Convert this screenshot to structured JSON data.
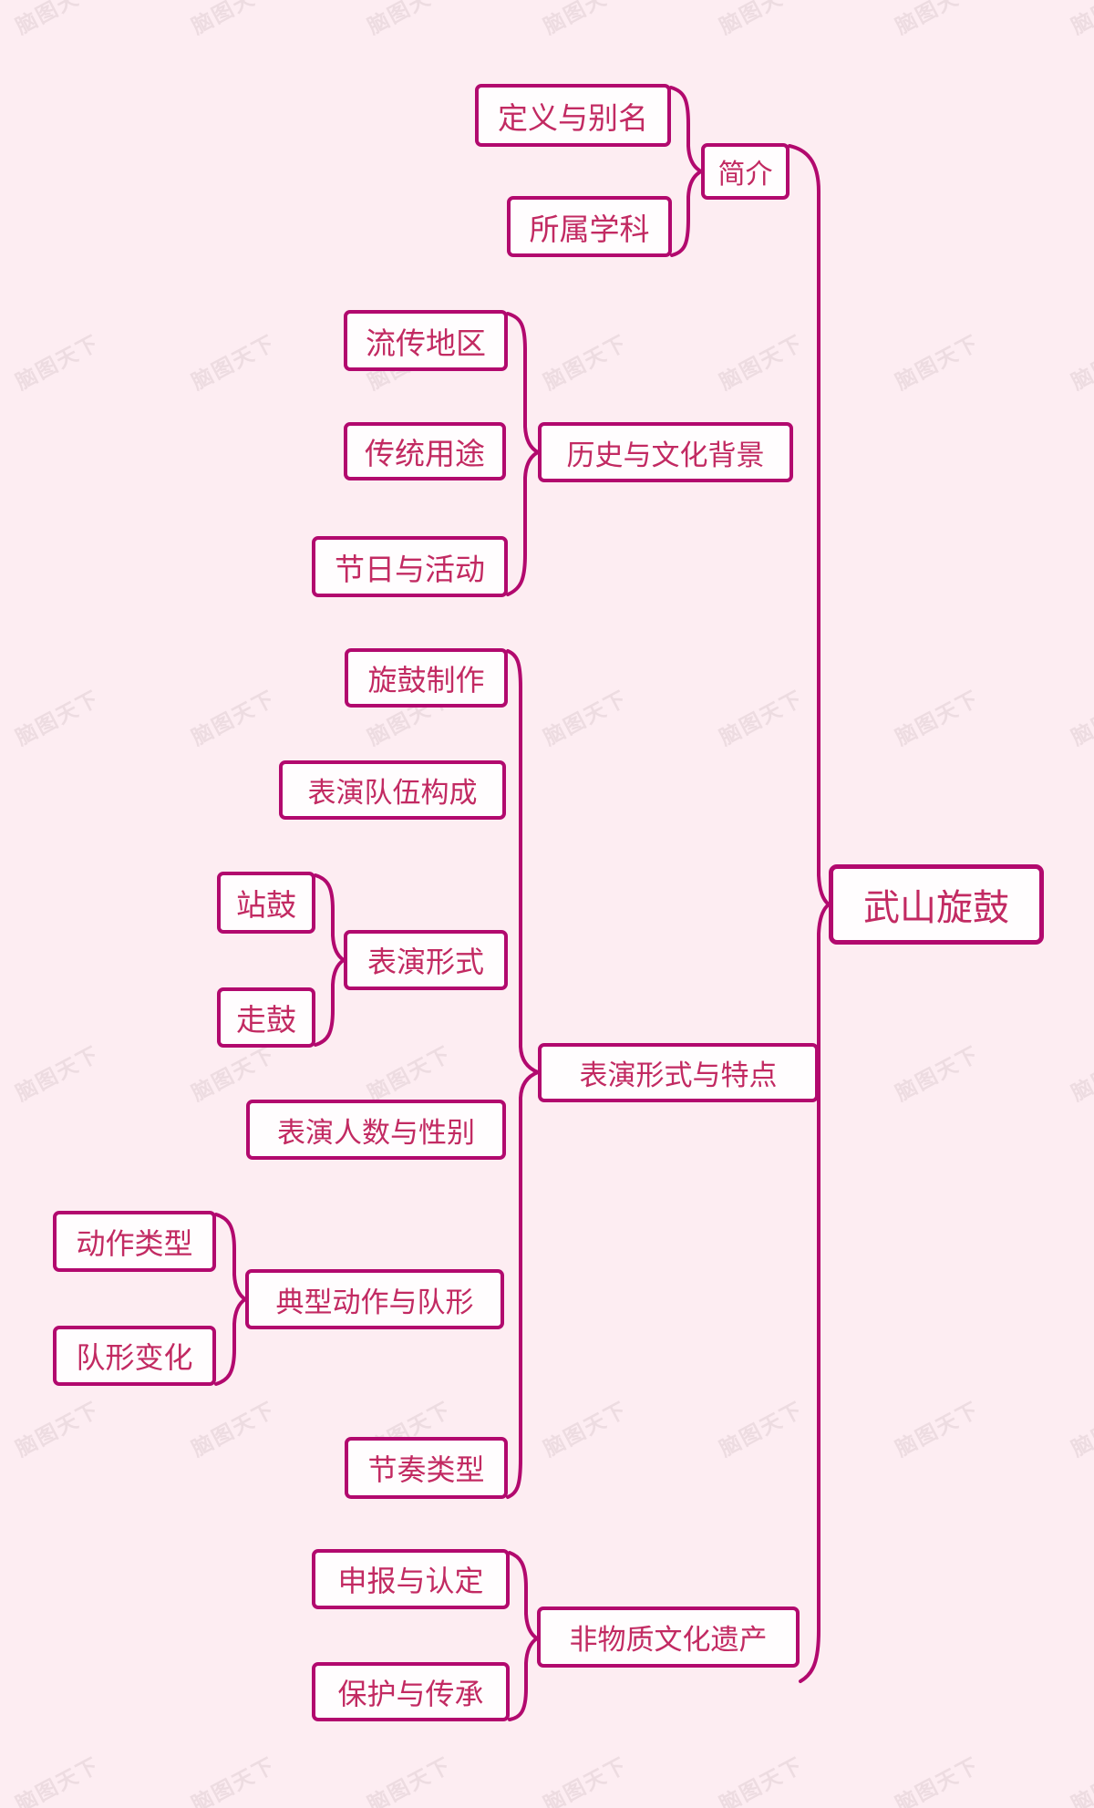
{
  "page": {
    "background_color": "#fdedf2",
    "node_fill_color": "#fffdfe",
    "border_color": "#b2096e",
    "text_color": "#c22a62",
    "connector_color": "#b2096e"
  },
  "watermark": {
    "text": "脑图天下"
  },
  "mindmap": {
    "type": "mindmap",
    "root": {
      "label": "武山旋鼓",
      "children": [
        {
          "label": "简介",
          "children": [
            {
              "label": "定义与别名"
            },
            {
              "label": "所属学科"
            }
          ]
        },
        {
          "label": "历史与文化背景",
          "children": [
            {
              "label": "流传地区"
            },
            {
              "label": "传统用途"
            },
            {
              "label": "节日与活动"
            }
          ]
        },
        {
          "label": "表演形式与特点",
          "children": [
            {
              "label": "旋鼓制作"
            },
            {
              "label": "表演队伍构成"
            },
            {
              "label": "表演形式",
              "children": [
                {
                  "label": "站鼓"
                },
                {
                  "label": "走鼓"
                }
              ]
            },
            {
              "label": "表演人数与性别"
            },
            {
              "label": "典型动作与队形",
              "children": [
                {
                  "label": "动作类型"
                },
                {
                  "label": "队形变化"
                }
              ]
            },
            {
              "label": "节奏类型"
            }
          ]
        },
        {
          "label": "非物质文化遗产",
          "children": [
            {
              "label": "申报与认定"
            },
            {
              "label": "保护与传承"
            }
          ]
        }
      ]
    }
  }
}
